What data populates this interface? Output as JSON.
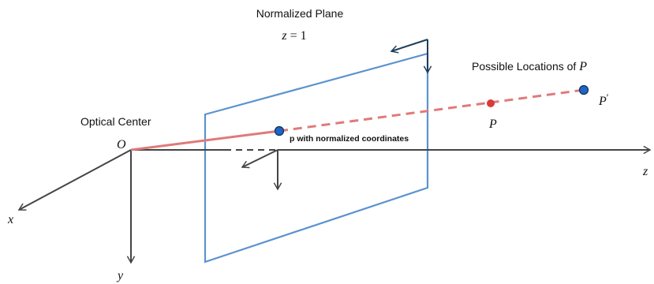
{
  "labels": {
    "plane_title": "Normalized Plane",
    "plane_eq_var": "z",
    "plane_eq_rest": " = 1",
    "possible_locations_prefix": "Possible Locations of ",
    "possible_locations_var": "P",
    "optical_center": "Optical Center",
    "origin": "O",
    "axis_x": "x",
    "axis_y": "y",
    "axis_z": "z",
    "point_p_label": "p with normalized coordinates",
    "point_P": "P",
    "point_P_prime": "P",
    "prime_mark": "′"
  },
  "colors": {
    "axis": "#444444",
    "plane": "#5b93cf",
    "ray": "#e07a7a",
    "point_blue": "#1f66c4",
    "point_red": "#d93a3a",
    "dark_arrow": "#1e3d5c"
  }
}
